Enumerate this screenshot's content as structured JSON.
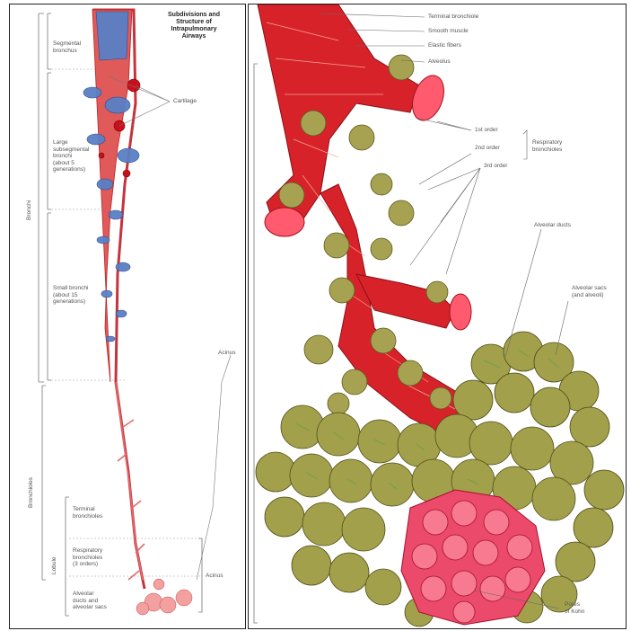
{
  "left_panel": {
    "title": "Subdivisions and\nStructure of\nIntrapulmonary\nAirways",
    "labels": {
      "segmental_bronchus": "Segmental\nbronchus",
      "cartilage": "Cartilage",
      "large_subsegmental": "Large\nsubsegmental\nbronchi\n(about 5\ngenerations)",
      "small_bronchi": "Small bronchi\n(about 15\ngenerations)",
      "bronchi": "Bronchi",
      "bronchioles": "Bronchioles",
      "lobule": "Lobule",
      "terminal_bronchioles": "Terminal\nbronchioles",
      "respiratory_bronchioles": "Respiratory\nbronchioles\n(3 orders)",
      "alveolar_ducts": "Alveolar\nducts and\nalveolar sacs",
      "acinus_upper": "Acinus",
      "acinus_lower": "Acinus"
    }
  },
  "right_panel": {
    "labels": {
      "terminal_bronchiole": "Terminal bronchiole",
      "smooth_muscle": "Smooth muscle",
      "elastic_fibers": "Elastic fibers",
      "alveolus": "Alveolus",
      "first_order": "1st order",
      "second_order": "2nd order",
      "third_order": "3rd order",
      "respiratory_bronchioles": "Respiratory\nbronchioles",
      "alveolar_ducts": "Alveolar ducts",
      "alveolar_sacs": "Alveolar sacs\n(and alveoli)",
      "pores_of_kohn": "Pores\nof Kohn"
    }
  },
  "colors": {
    "airway_red": "#d8222a",
    "cartilage_blue": "#5a7fc6",
    "alveolus_olive": "#8c8a3a",
    "alveolus_green": "#b5b860",
    "sac_pink": "#ec4a6a"
  }
}
